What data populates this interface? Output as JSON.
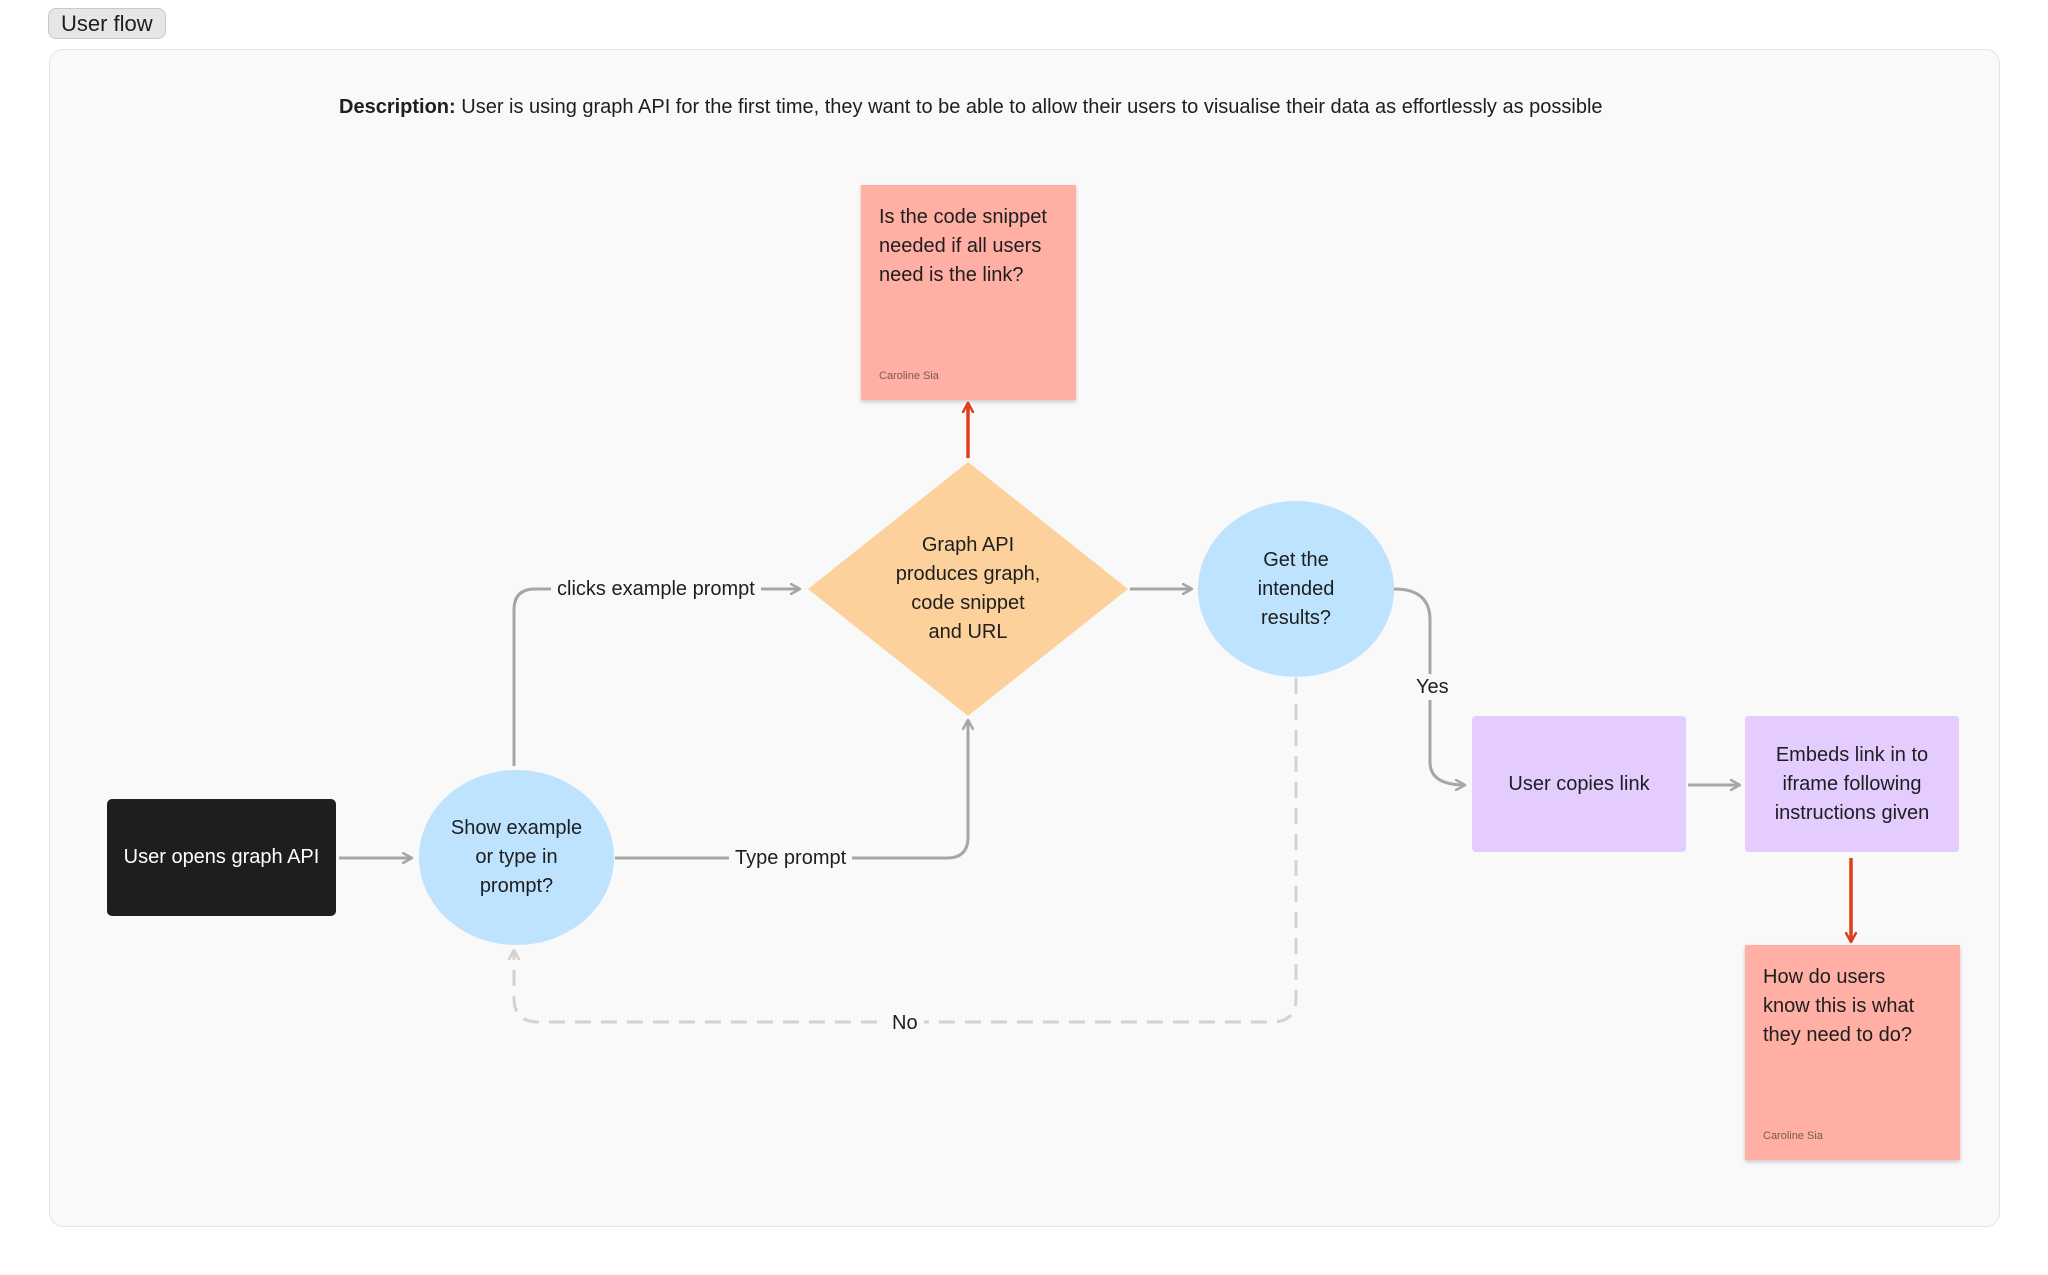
{
  "section": {
    "title": "User flow"
  },
  "description": {
    "label": "Description:",
    "text": "User is using graph API for the first time, they want to be able to allow their users to visualise their data as effortlessly as possible"
  },
  "nodes": {
    "start": "User opens graph API",
    "choice": "Show example\nor type in\nprompt?",
    "graph_api": "Graph API\nproduces graph,\ncode snippet\nand URL",
    "check": "Get the\nintended\nresults?",
    "copy_link": "User copies link",
    "embed": "Embeds link in to\niframe following\ninstructions given"
  },
  "edges": {
    "clicks_example": "clicks example prompt",
    "type_prompt": "Type prompt",
    "yes": "Yes",
    "no": "No"
  },
  "stickies": {
    "top": {
      "text": "Is the code snippet\nneeded if all users\nneed is the link?",
      "author": "Caroline Sia"
    },
    "bottom": {
      "text": "How do users\nknow this is what\nthey need to do?",
      "author": "Caroline Sia"
    }
  },
  "colors": {
    "dark_node": "#1e1e1e",
    "ellipse": "#bde3ff",
    "diamond": "#fcd19c",
    "purple": "#e4ccff",
    "sticky": "#ffafa3",
    "connector": "#a6a6a6",
    "accent_arrow": "#e03e1a"
  }
}
